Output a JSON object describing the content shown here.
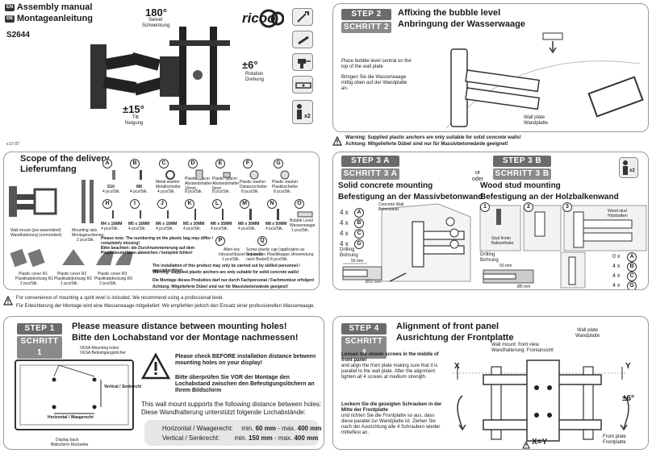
{
  "header": {
    "lang_en": "EN",
    "lang_de": "DE",
    "title_en": "Assembly manual",
    "title_de": "Montageanleitung",
    "model": "S2644",
    "version": "v.17.07",
    "brand": "ricoo",
    "swivel_deg": "180°",
    "swivel_en": "Swivel",
    "swivel_de": "Schwenkung",
    "rotation_deg": "±6°",
    "rotation_en": "Rotation",
    "rotation_de": "Drehung",
    "tilt_deg": "±15°",
    "tilt_en": "Tilt",
    "tilt_de": "Neigung",
    "people_count": "x2"
  },
  "scope": {
    "title_en": "Scope of the delivery",
    "title_de": "Lieferumfang",
    "wall_mount_en": "Wall mount (pre-assembled)",
    "wall_mount_de": "Wandhalterung (vormontiert)",
    "rails_en": "Mounting rails",
    "rails_de": "Montageschienen",
    "rails_qty": "2 pcs/Stk.",
    "covers": [
      {
        "en": "Plastic cover R1",
        "de": "Plastikabdeckung R1",
        "qty": "2 pcs/Stk."
      },
      {
        "en": "Plastic cover R2",
        "de": "Plastikabdeckung R2",
        "qty": "1 pcs/Stk."
      },
      {
        "en": "Plastic cover R3",
        "de": "Plastikabdeckung R3",
        "qty": "2 pcs/Stk."
      }
    ],
    "parts_row1": [
      {
        "id": "A",
        "name": "S10",
        "qty": "4 pcs/Stk."
      },
      {
        "id": "B",
        "name": "M8",
        "qty": "4 pcs/Stk."
      },
      {
        "id": "C",
        "name": "Metal washer Metallscheibe",
        "qty": "4 pcs/Stk."
      },
      {
        "id": "D",
        "name": "Plastic spacer Abstandshalter 16mm",
        "qty": "8 pcs/Stk."
      },
      {
        "id": "E",
        "name": "Plastic spacer Abstandshalter 5mm",
        "qty": "8 pcs/Stk."
      },
      {
        "id": "F",
        "name": "Plastic washer Distanzscheibe",
        "qty": "8 pcs/Stk."
      },
      {
        "id": "G",
        "name": "Plastic washer Plastikscheibe",
        "qty": "8 pcs/Stk."
      }
    ],
    "parts_row2": [
      {
        "id": "H",
        "name": "M4 x 16MM",
        "qty": "4 pcs/Stk."
      },
      {
        "id": "I",
        "name": "M5 x 16MM",
        "qty": "4 pcs/Stk."
      },
      {
        "id": "J",
        "name": "M6 x 16MM",
        "qty": "4 pcs/Stk."
      },
      {
        "id": "K",
        "name": "M5 x 30MM",
        "qty": "4 pcs/Stk."
      },
      {
        "id": "L",
        "name": "M6 x 35MM",
        "qty": "4 pcs/Stk."
      },
      {
        "id": "M",
        "name": "M8 x 30MM",
        "qty": "4 pcs/Stk."
      },
      {
        "id": "N",
        "name": "M8 x 50MM",
        "qty": "4 pcs/Stk."
      },
      {
        "id": "O",
        "name": "Bubble Level Wasserwaage",
        "qty": "1 pcs/Stk."
      }
    ],
    "note_en": "Please note: The numbering on the plastic bag may differ / completely missing!",
    "note_de": "Bitte beachten: die Durchnummerierung auf dem Plastikbeutel kann abweichen / komplett fehlen!",
    "part_p": {
      "id": "P",
      "en": "Allen key",
      "de": "Inbusschlüssel",
      "qty": "1 pcs/Stk."
    },
    "part_q": {
      "id": "Q",
      "en": "Screw plastic cap (application as required)",
      "de": "Schrauben Plastikkappe (Anwendung nach Bedarf)",
      "qty": "8 pcs/Stk."
    },
    "install_en": "The installation of this product may only be carried out by skilled personnel / specialist fitter!",
    "anchors_en": "Warning: Supplied plastic anchors are only suitable for solid concrete walls!",
    "install_de": "Die Montage dieses Produktes darf nur durch Fachpersonal / Fachmonteur erfolgen!",
    "anchors_de": "Achtung: Mitgelieferte Dübel sind nur für Massivbetonwände geeignet!"
  },
  "level_note": {
    "en": "For convenience of mounting a spirit level is included. We recommend using a professional level.",
    "de": "Für Erleichterung der Montage wird eine Wasserwaage mitgeliefert. Wir empfehlen jedoch den Einsatz einer professionellen Wasserwaage."
  },
  "step1": {
    "badge_en": "STEP 1",
    "badge_de": "SCHRITT 1",
    "title_en": "Please measure distance between mounting holes!",
    "title_de": "Bitte den Lochabstand vor der Montage nachmessen!",
    "vesa_en": "VESA Mounting holes",
    "vesa_de": "VESA Befestigungslöcher",
    "vertical": "Vertical / Senkrecht",
    "horizontal": "Horizontal / Waagerecht",
    "display_en": "Display back",
    "display_de": "Bildschirm Rückseite",
    "check_en": "Please check BEFORE installation distance between mounting holes on your display!",
    "check_de": "Bitte überprüfen Sie VOR der Montage den Lochabstand zwischen den Befestigungslöchern an Ihrem Bildschirm",
    "supports_en": "This wall mount supports the following distance between holes:",
    "supports_de": "Diese Wandhalterung unterstützt folgende Lochabstände:",
    "horiz_label": "Horizontal / Waagerecht:",
    "horiz_min": "min.",
    "horiz_min_val": "60 mm",
    "horiz_max": "- max.",
    "horiz_max_val": "400 mm",
    "vert_label": "Vertical / Senkrecht:",
    "vert_min": "min.",
    "vert_min_val": "150 mm",
    "vert_max": "- max.",
    "vert_max_val": "400 mm"
  },
  "step2": {
    "badge_en": "STEP 2",
    "badge_de": "SCHRITT 2",
    "title_en": "Affixing the bubble level",
    "title_de": "Anbringung der Wasserwaage",
    "text_en": "Place bubble level central on the top of the wall plate",
    "text_de": "Bringen Sie die Wasserwaage mittig oben auf der Wandplatte an.",
    "label_en": "Wall plate",
    "label_de": "Wandplatte",
    "warn_en": "Warning: Supplied plastic anchors are only suitable for solid concrete walls!",
    "warn_de": "Achtung: Mitgelieferte Dübel sind nur für Massivbetonwände geeignet!"
  },
  "step3a": {
    "badge_en": "STEP 3 A",
    "badge_de": "SCHRITT 3 A",
    "title_en": "Solid concrete mounting",
    "title_de": "Befestigung an der Massivbetonwand",
    "or_en": "or",
    "or_de": "oder",
    "qty": [
      "4 x",
      "4 x",
      "4 x",
      "4 x"
    ],
    "parts": [
      "A",
      "B",
      "C",
      "G"
    ],
    "wall_label": "Concrete Wall Betonwand",
    "drill_en": "Drilling",
    "drill_de": "Bohrung",
    "depth": "50 mm",
    "diam": "Ø10 mm"
  },
  "step3b": {
    "badge_en": "STEP 3 B",
    "badge_de": "SCHRITT 3 B",
    "title_en": "Wood stud mounting",
    "title_de": "Befestigung an der Holzbalkenwand",
    "people": "x2",
    "num1": "1",
    "num2": "2",
    "num3": "3",
    "stud_label": "Stud finder Balkenfinder",
    "wall_label": "Wood stud Holzbalken",
    "drill_en": "Drilling",
    "drill_de": "Bohrung",
    "depth": "50 mm",
    "diam": "Ø5 mm",
    "qty": [
      "0 x",
      "4 x",
      "4 x",
      "4 x"
    ],
    "parts": [
      "A",
      "B",
      "C",
      "G"
    ]
  },
  "step4": {
    "badge_en": "STEP 4",
    "badge_de": "SCHRITT 4",
    "title_en": "Alignment of front panel",
    "title_de": "Ausrichtung der Frontplatte",
    "text1_en_bold": "Loosen the shown screws in the middle of front panel",
    "text1_en": "and align the front plate making sure that it is parallel to the wall plate. After the alignment tighten all 4 screws at medium strength.",
    "text1_de_bold": "Lockern Sie die gezeigten Schrauben in der Mitte der Frontplatte",
    "text1_de": "und richten Sie die Frontplatte so aus, dass diese parallel zur Wandplatte ist. Ziehen Sie nach der Ausrichtung alle 4 Schrauben wieder mittelfest an.",
    "wall_plate_en": "Wall plate",
    "wall_plate_de": "Wandplatte",
    "view_en": "Wall mount: front view",
    "view_de": "Wandhalterung: Frontansicht",
    "x_label": "X",
    "y_label": "Y",
    "eq_label": "X=Y",
    "rot": "±6°",
    "front_en": "Front plate",
    "front_de": "Frontplatte"
  }
}
